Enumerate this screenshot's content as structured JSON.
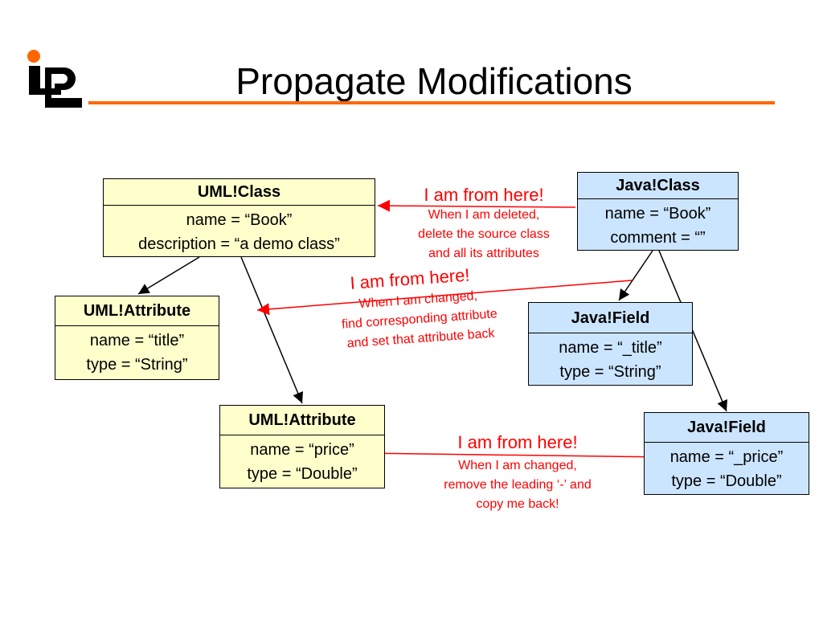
{
  "title": "Propagate Modifications",
  "colors": {
    "accent": "#ff6600",
    "uml_fill": "#ffffcc",
    "java_fill": "#cce5ff",
    "annotation": "#ff0000"
  },
  "uml_class": {
    "header": "UML!Class",
    "line1": "name = “Book”",
    "line2": "description = “a demo class”"
  },
  "uml_attr_title": {
    "header": "UML!Attribute",
    "line1": "name = “title”",
    "line2": "type = “String”"
  },
  "uml_attr_price": {
    "header": "UML!Attribute",
    "line1": "name = “price”",
    "line2": "type = “Double”"
  },
  "java_class": {
    "header": "Java!Class",
    "line1": "name = “Book”",
    "line2": "comment = “”"
  },
  "java_field_title": {
    "header": "Java!Field",
    "line1": "name = “_title”",
    "line2": "type = “String”"
  },
  "java_field_price": {
    "header": "Java!Field",
    "line1": "name = “_price”",
    "line2": "type = “Double”"
  },
  "note_class": {
    "heading": "I am from here!",
    "line1": "When I am deleted,",
    "line2": "delete the source class",
    "line3": "and all its attributes"
  },
  "note_title": {
    "heading": "I am from here!",
    "line1": "When I am changed,",
    "line2": "find corresponding attribute",
    "line3": "and set that attribute back"
  },
  "note_price": {
    "heading": "I am from here!",
    "line1": "When I am changed,",
    "line2": "remove the leading ‘-’ and",
    "line3": "copy me back!"
  }
}
